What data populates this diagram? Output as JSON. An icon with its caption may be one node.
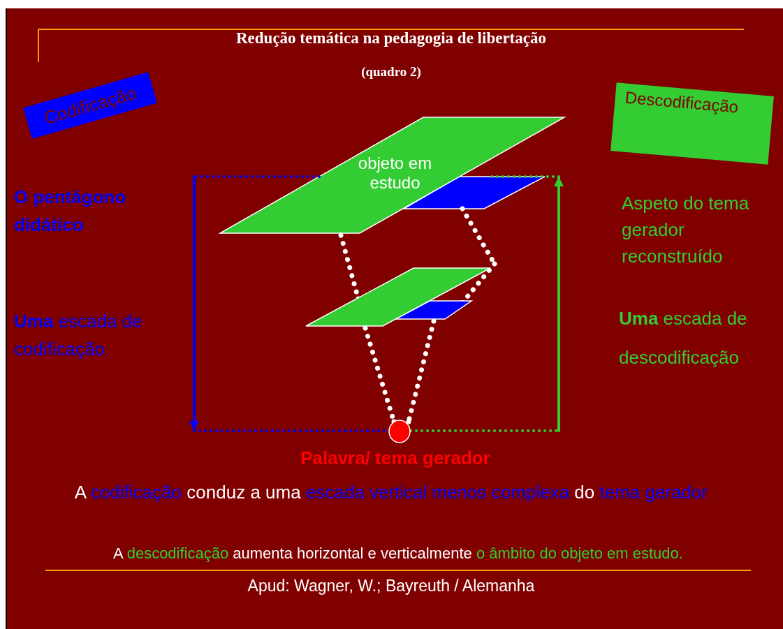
{
  "diagram": {
    "title": "Redução temática na pedagogia de libertação",
    "caption": "Apud: Wagner, W.; Bayreuth / Alemanha",
    "nodes": [
      {
        "text": [
          "Codificação"
        ]
      },
      {
        "text": [
          "Descodificação"
        ]
      },
      {
        "text": [
          "objeto em estudo"
        ]
      },
      {
        "text": [],
        "shape": "parallelogram"
      },
      {
        "text": [],
        "shape": "parallelogram"
      },
      {
        "text": [],
        "shape": "parallelogram"
      },
      {
        "text": [],
        "shape": "circle",
        "beside": [
          "Palavra/ tema gerador"
        ]
      }
    ],
    "edges": [
      {
        "from": 2,
        "to": 6,
        "arrow": "to",
        "color": "#0000ff"
      },
      {
        "from": 6,
        "to": 3,
        "arrow": "to",
        "color": "#33cc33"
      },
      {
        "from": 2,
        "to": 4,
        "arrow": "none",
        "style": "dashed"
      },
      {
        "from": 4,
        "to": 6,
        "arrow": "none",
        "style": "dashed"
      },
      {
        "from": 3,
        "to": 5,
        "arrow": "none",
        "style": "dashed"
      },
      {
        "from": 5,
        "to": 6,
        "arrow": "none",
        "style": "dashed"
      }
    ],
    "labels": [
      "(quadro 2)",
      "O pentágono didático",
      "Aspeto do tema gerador reconstruído",
      "**Uma** escada de codificação",
      "**Uma** escada de descodificação",
      "A codificação conduz a uma escada vertical menos complexa do tema gerador",
      "A descodificação aumenta horizontal e verticalmente o âmbito do objeto em estudo."
    ]
  }
}
